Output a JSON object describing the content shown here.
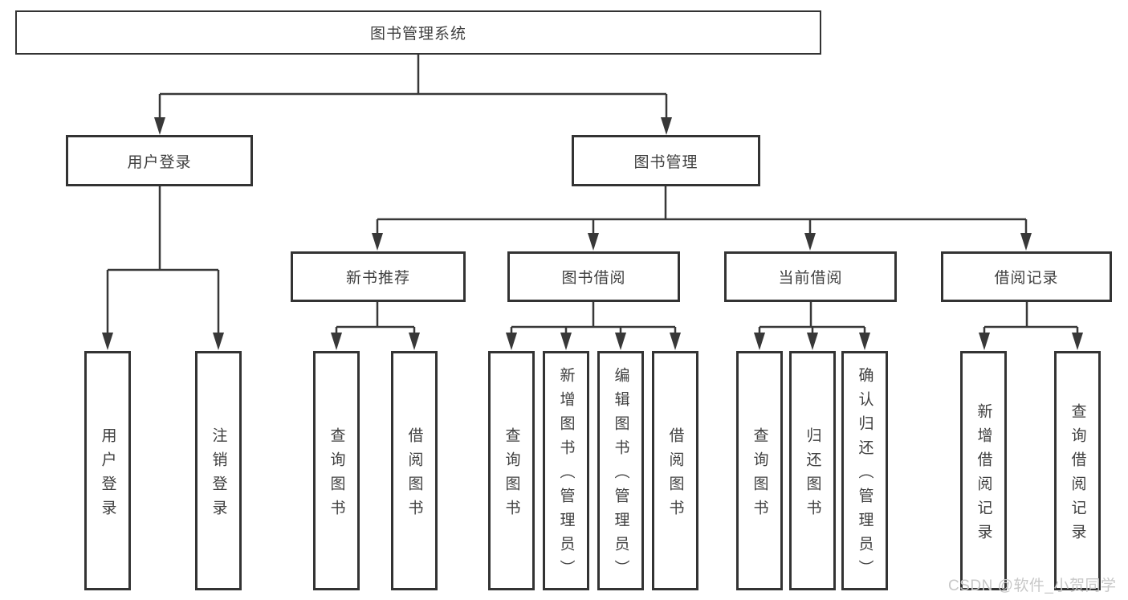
{
  "diagram": {
    "type": "tree",
    "title": "图书管理系统",
    "watermark": "CSDN @软件_小贺同学",
    "colors": {
      "line": "#383838",
      "box_border": "#333333",
      "box_fill": "#ffffff",
      "text": "#3f3f3f",
      "watermark": "#c8c8c8",
      "background": "#ffffff"
    },
    "nodes": {
      "root": {
        "label": "图书管理系统",
        "parent": null
      },
      "user_login": {
        "label": "用户登录",
        "parent": "root"
      },
      "book_mgmt": {
        "label": "图书管理",
        "parent": "root"
      },
      "leaf_user_login": {
        "label": "用户登录",
        "parent": "user_login"
      },
      "leaf_logout": {
        "label": "注销登录",
        "parent": "user_login"
      },
      "new_book_rec": {
        "label": "新书推荐",
        "parent": "book_mgmt"
      },
      "book_borrow": {
        "label": "图书借阅",
        "parent": "book_mgmt"
      },
      "current_borrow": {
        "label": "当前借阅",
        "parent": "book_mgmt"
      },
      "borrow_record": {
        "label": "借阅记录",
        "parent": "book_mgmt"
      },
      "leaf_nb_query": {
        "label": "查询图书",
        "parent": "new_book_rec"
      },
      "leaf_nb_borrow": {
        "label": "借阅图书",
        "parent": "new_book_rec"
      },
      "leaf_bb_query": {
        "label": "查询图书",
        "parent": "book_borrow"
      },
      "leaf_bb_add": {
        "label": "新增图书（管理员）",
        "parent": "book_borrow"
      },
      "leaf_bb_edit": {
        "label": "编辑图书（管理员）",
        "parent": "book_borrow"
      },
      "leaf_bb_borrow": {
        "label": "借阅图书",
        "parent": "book_borrow"
      },
      "leaf_cb_query": {
        "label": "查询图书",
        "parent": "current_borrow"
      },
      "leaf_cb_return": {
        "label": "归还图书",
        "parent": "current_borrow"
      },
      "leaf_cb_confirm": {
        "label": "确认归还（管理员）",
        "parent": "current_borrow"
      },
      "leaf_br_add": {
        "label": "新增借阅记录",
        "parent": "borrow_record"
      },
      "leaf_br_query": {
        "label": "查询借阅记录",
        "parent": "borrow_record"
      }
    }
  }
}
